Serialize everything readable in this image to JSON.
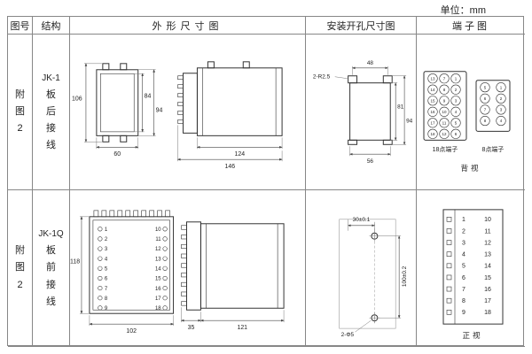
{
  "unit": "单位：mm",
  "header": {
    "fig": "图号",
    "structure": "结构",
    "outline": "外形尺寸图",
    "mounting": "安装开孔尺寸图",
    "terminal": "端子图"
  },
  "row1": {
    "fig_chars": [
      "附",
      "图",
      "2"
    ],
    "model": "JK-1",
    "structure_chars": [
      "板",
      "后",
      "接",
      "线"
    ],
    "outline": {
      "d106": "106",
      "d84": "84",
      "d94": "94",
      "d60": "60",
      "d124": "124",
      "d146": "146"
    },
    "mounting": {
      "note": "2-R2.5",
      "d48": "48",
      "d81": "81",
      "d94": "94",
      "d56": "56"
    },
    "terminal": {
      "t18": [
        "13",
        "7",
        "1",
        "14",
        "8",
        "2",
        "15",
        "9",
        "3",
        "16",
        "10",
        "4",
        "17",
        "11",
        "5",
        "18",
        "12",
        "6"
      ],
      "t8": [
        "5",
        "1",
        "6",
        "2",
        "7",
        "3",
        "8",
        "4"
      ],
      "label18": "18点端子",
      "label8": "8点端子",
      "view": "背视"
    }
  },
  "row2": {
    "fig_chars": [
      "附",
      "图",
      "2"
    ],
    "model": "JK-1Q",
    "structure_chars": [
      "板",
      "前",
      "接",
      "线"
    ],
    "outline": {
      "d118": "118",
      "d102": "102",
      "d35": "35",
      "d121": "121",
      "left": [
        "1",
        "2",
        "3",
        "4",
        "5",
        "6",
        "7",
        "8",
        "9"
      ],
      "right": [
        "10",
        "11",
        "12",
        "13",
        "14",
        "15",
        "16",
        "17",
        "18"
      ]
    },
    "mounting": {
      "d30": "30±0.1",
      "d100": "100±0.2",
      "note": "2-Φ5"
    },
    "terminal": {
      "left": [
        "1",
        "2",
        "3",
        "4",
        "5",
        "6",
        "7",
        "8",
        "9"
      ],
      "right": [
        "10",
        "11",
        "12",
        "13",
        "14",
        "15",
        "16",
        "17",
        "18"
      ],
      "view": "正视"
    }
  }
}
